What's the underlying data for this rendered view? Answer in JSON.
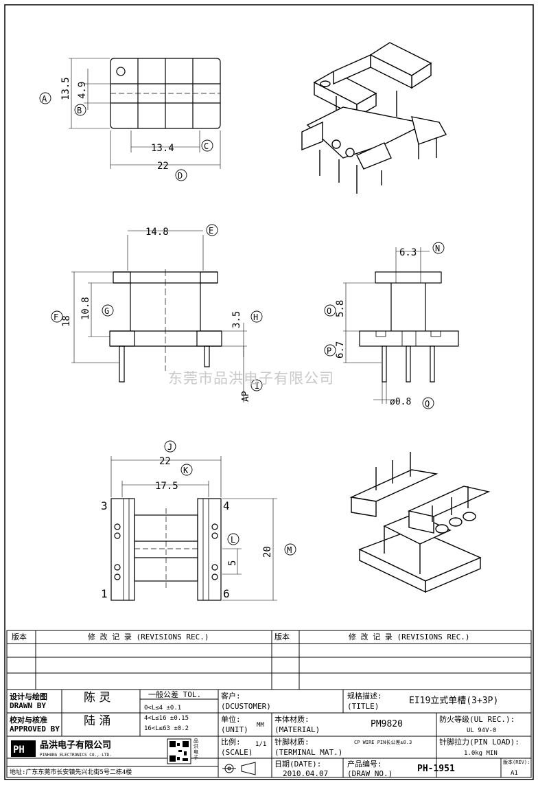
{
  "drawing": {
    "dims": {
      "top_h": "13.5",
      "top_slot": "4.9",
      "top_in": "13.4",
      "top_w": "22",
      "front_w": "14.8",
      "front_h": "18",
      "front_h2": "10.8",
      "front_flange": "3.5",
      "front_ap": "AP",
      "side_w": "6.3",
      "side_h1": "5.8",
      "side_h2": "6.7",
      "side_pin": "ø0.8",
      "bot_w": "22",
      "bot_in": "17.5",
      "bot_h": "20",
      "bot_pitch": "5"
    },
    "tags": {
      "A": "A",
      "B": "B",
      "C": "C",
      "D": "D",
      "E": "E",
      "F": "F",
      "G": "G",
      "H": "H",
      "I": "I",
      "J": "J",
      "K": "K",
      "L": "L",
      "M": "M",
      "N": "N",
      "O": "O",
      "P": "P",
      "Q": "Q"
    },
    "pins": {
      "p3": "3",
      "p4": "4",
      "p1": "1",
      "p6": "6"
    },
    "watermark": "东莞市品洪电子有限公司"
  },
  "revisions": {
    "ver_label": "版本",
    "rec_label": "修 改 记 录 (REVISIONS REC.)"
  },
  "title_block": {
    "designer_label": "设计与绘图",
    "designer_label_en": "DRAWN BY",
    "designer": "陈 灵",
    "approver_label": "校对与核准",
    "approver_label_en": "APPROVED BY",
    "approver": "陆 涌",
    "tol_label": "一般公差 TOL.",
    "tol_rows": [
      "0<L≤4    ±0.1",
      "4<L≤16   ±0.15",
      "16<L≤63  ±0.2"
    ],
    "customer_label": "客户:",
    "customer_label_en": "(DCUSTOMER)",
    "unit_label": "单位:",
    "unit_label_en": "(UNIT)",
    "unit": "MM",
    "material_label": "本体材质:",
    "material_label_en": "(MATERIAL)",
    "material": "PM9820",
    "title_label": "规格描述:",
    "title_label_en": "(TITLE)",
    "title": "EI19立式单槽(3+3P)",
    "ul_label": "防火等级(UL REC.):",
    "ul": "UL 94V-0",
    "company": "品洪电子有限公司",
    "company_en": "PINHONG ELECTRONICS CO., LTD.",
    "address": "地址:广东东莞市长安镇先兴北街5号二栋4楼",
    "scale_label": "比例:",
    "scale_label_en": "(SCALE)",
    "scale": "1/1",
    "terminal_label": "针脚材质:",
    "terminal_label_en": "(TERMINAL MAT.)",
    "terminal": "CP WIRE PIN长公差±0.3",
    "pinload_label": "针脚拉力(PIN LOAD):",
    "pinload": "1.0kg MIN",
    "date_label": "日期(DATE):",
    "date": "2010.04.07",
    "drawno_label": "产品编号:",
    "drawno_label_en": "(DRAW NO.)",
    "drawno": "PH-1951",
    "rev_label": "版本(REV):",
    "rev": "A1",
    "qr_side": "品洪电子"
  }
}
